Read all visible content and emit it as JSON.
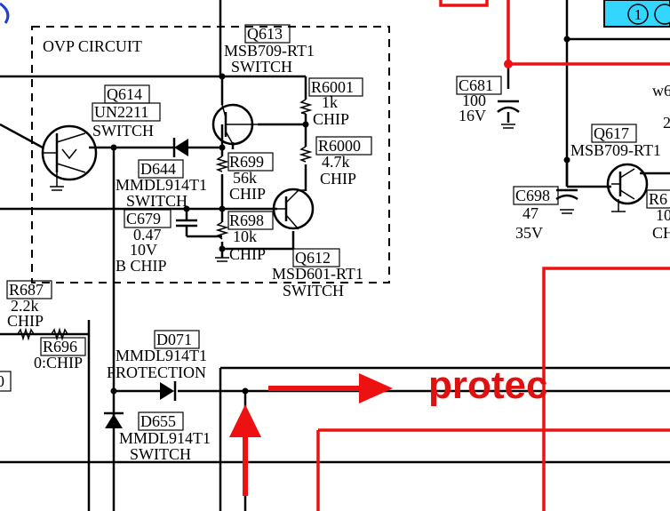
{
  "block_label": "OVP CIRCUIT",
  "highlight_text": "protec",
  "highlight_color": "#e01010",
  "cyan_color": "#33d6ff",
  "marker_label": "1",
  "q613": {
    "ref": "Q613",
    "part": "MSB709-RT1",
    "role": "SWITCH"
  },
  "q614": {
    "ref": "Q614",
    "part": "UN2211",
    "role": "SWITCH"
  },
  "q612": {
    "ref": "Q612",
    "part": "MSD601-RT1",
    "role": "SWITCH"
  },
  "q617": {
    "ref": "Q617",
    "part": "MSB709-RT1"
  },
  "d644": {
    "ref": "D644",
    "part": "MMDL914T1",
    "role": "SWITCH"
  },
  "d071": {
    "ref": "D071",
    "part": "MMDL914T1",
    "role": "PROTECTION"
  },
  "d655": {
    "ref": "D655",
    "part": "MMDL914T1",
    "role": "SWITCH"
  },
  "r6001": {
    "ref": "R6001",
    "value": "1k",
    "type": "CHIP"
  },
  "r6000": {
    "ref": "R6000",
    "value": "4.7k",
    "type": "CHIP"
  },
  "r699": {
    "ref": "R699",
    "value": "56k",
    "type": "CHIP"
  },
  "r698": {
    "ref": "R698",
    "value": "10k",
    "type": "CHIP"
  },
  "r687": {
    "ref": "R687",
    "value": "2.2k",
    "type": "CHIP"
  },
  "r696": {
    "ref": "R696",
    "value": "0:CHIP"
  },
  "c679": {
    "ref": "C679",
    "value": "0.47",
    "voltage": "10V",
    "type": "B CHIP"
  },
  "c681": {
    "ref": "C681",
    "value": "100",
    "voltage": "16V"
  },
  "c698": {
    "ref": "C698",
    "value": "47",
    "voltage": "35V"
  },
  "clipped": {
    "right_top": "w6",
    "right_mid": "2",
    "right_r_ref": "R6",
    "right_r_val": "10",
    "right_r_type": "CH",
    "left_box": "0"
  }
}
